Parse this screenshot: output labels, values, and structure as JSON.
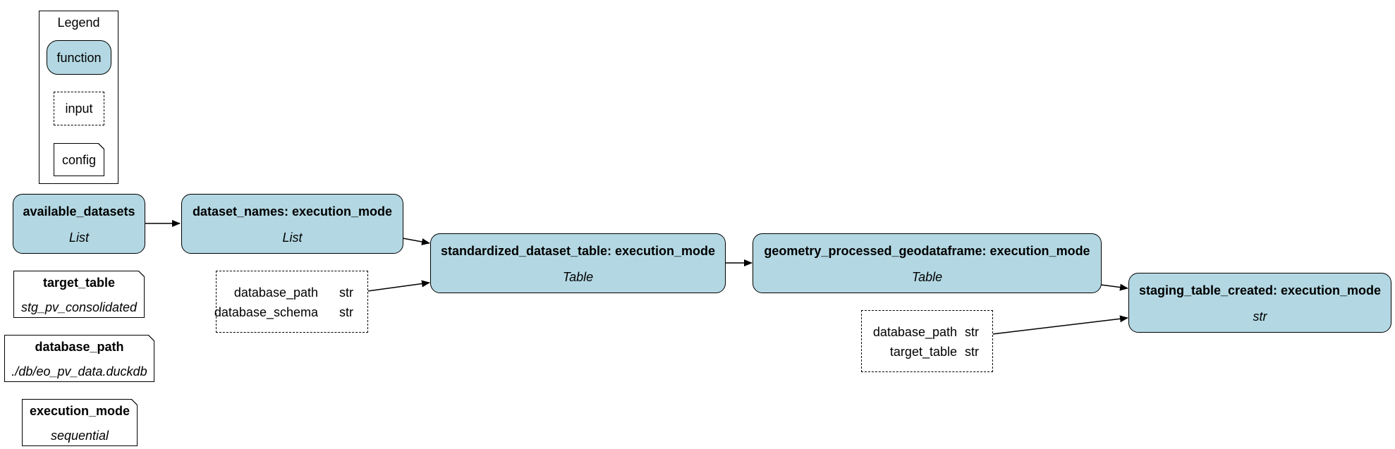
{
  "legend": {
    "title": "Legend",
    "function_label": "function",
    "input_label": "input",
    "config_label": "config"
  },
  "nodes": {
    "available_datasets": {
      "name": "available_datasets",
      "type": "List"
    },
    "dataset_names": {
      "name": "dataset_names: execution_mode",
      "type": "List"
    },
    "standardized_dataset_table": {
      "name": "standardized_dataset_table: execution_mode",
      "type": "Table"
    },
    "geometry_processed_geodataframe": {
      "name": "geometry_processed_geodataframe: execution_mode",
      "type": "Table"
    },
    "staging_table_created": {
      "name": "staging_table_created: execution_mode",
      "type": "str"
    }
  },
  "inputs": {
    "standardized_inputs": [
      {
        "name": "database_path",
        "type": "str"
      },
      {
        "name": "database_schema",
        "type": "str"
      }
    ],
    "staging_inputs": [
      {
        "name": "database_path",
        "type": "str"
      },
      {
        "name": "target_table",
        "type": "str"
      }
    ]
  },
  "configs": {
    "target_table": {
      "name": "target_table",
      "value": "stg_pv_consolidated"
    },
    "database_path": {
      "name": "database_path",
      "value": "./db/eo_pv_data.duckdb"
    },
    "execution_mode": {
      "name": "execution_mode",
      "value": "sequential"
    }
  }
}
